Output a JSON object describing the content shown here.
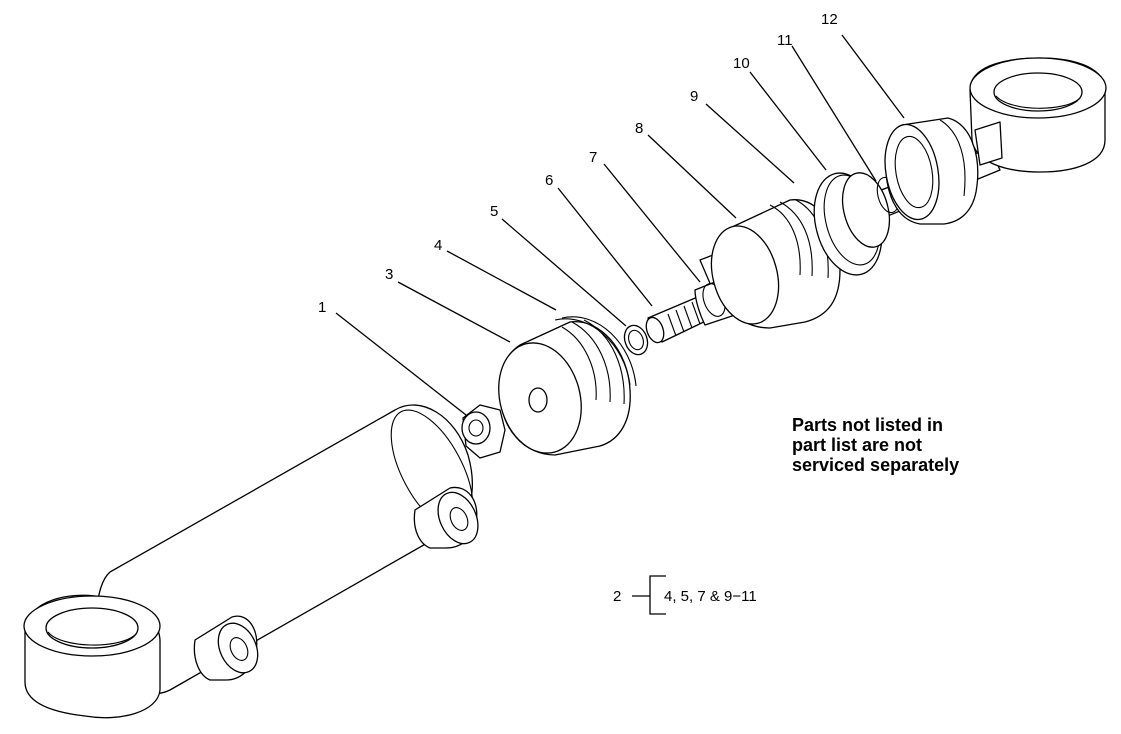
{
  "callouts": [
    {
      "id": "1",
      "label": "1"
    },
    {
      "id": "3",
      "label": "3"
    },
    {
      "id": "4",
      "label": "4"
    },
    {
      "id": "5",
      "label": "5"
    },
    {
      "id": "6",
      "label": "6"
    },
    {
      "id": "7",
      "label": "7"
    },
    {
      "id": "8",
      "label": "8"
    },
    {
      "id": "9",
      "label": "9"
    },
    {
      "id": "10",
      "label": "10"
    },
    {
      "id": "11",
      "label": "11"
    },
    {
      "id": "12",
      "label": "12"
    }
  ],
  "note": {
    "line1": "Parts not listed in",
    "line2": "part list are not",
    "line3": "serviced separately"
  },
  "kit": {
    "number": "2",
    "contents": "4, 5, 7 & 9−11"
  }
}
